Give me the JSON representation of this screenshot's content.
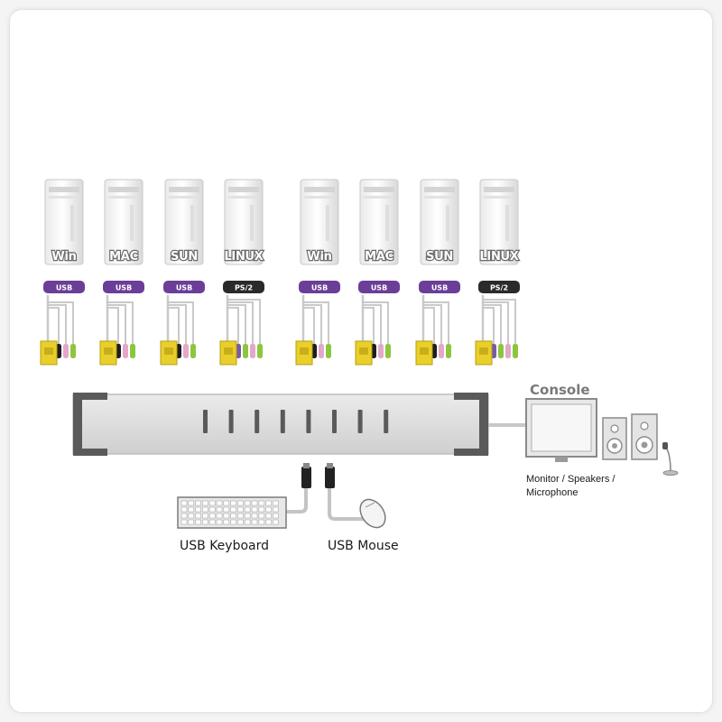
{
  "computers": [
    {
      "os": "Win",
      "interface": "USB"
    },
    {
      "os": "MAC",
      "interface": "USB"
    },
    {
      "os": "SUN",
      "interface": "USB"
    },
    {
      "os": "LINUX",
      "interface": "PS/2"
    },
    {
      "os": "Win",
      "interface": "USB"
    },
    {
      "os": "MAC",
      "interface": "USB"
    },
    {
      "os": "SUN",
      "interface": "USB"
    },
    {
      "os": "LINUX",
      "interface": "PS/2"
    }
  ],
  "console": {
    "title": "Console",
    "caption_line1": "Monitor / Speakers /",
    "caption_line2": "Microphone"
  },
  "peripherals": {
    "keyboard_label": "USB Keyboard",
    "mouse_label": "USB Mouse"
  },
  "colors": {
    "usb_badge": "#6b3e98",
    "ps2_badge": "#2a2a2a",
    "connector_yellow": "#e9cf2a",
    "plug_black": "#1e1e1e",
    "plug_green": "#8cc63f",
    "plug_pink": "#e4a7c9",
    "plug_purple": "#7a5aa8",
    "switch_body": "#d8d8d8",
    "switch_bracket": "#555555"
  }
}
